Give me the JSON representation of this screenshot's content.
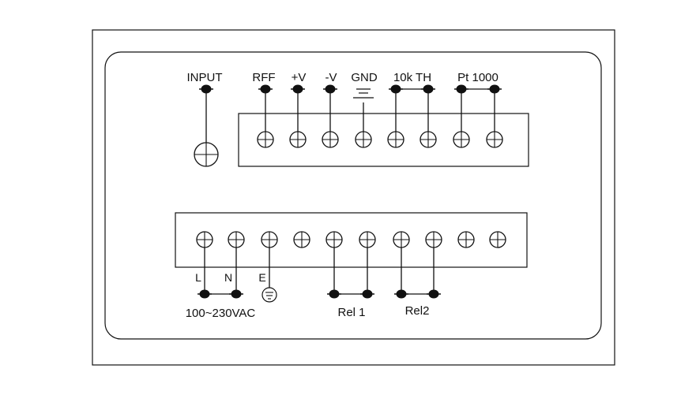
{
  "top_labels": {
    "input": "INPUT",
    "rff": "RFF",
    "plus_v": "+V",
    "minus_v": "-V",
    "gnd": "GND",
    "th_10k": "10k TH",
    "pt1000": "Pt 1000"
  },
  "bottom_labels": {
    "l": "L",
    "n": "N",
    "e": "E",
    "supply": "100~230VAC",
    "rel1": "Rel 1",
    "rel2": "Rel2"
  },
  "colors": {
    "line": "#111111",
    "background": "#ffffff"
  }
}
